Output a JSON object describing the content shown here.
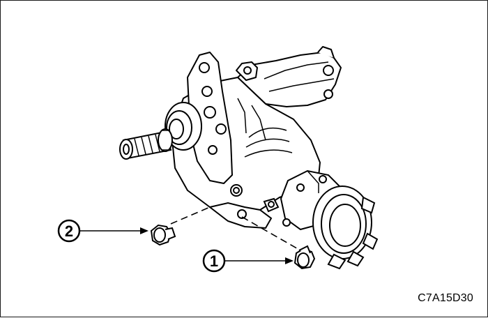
{
  "callouts": {
    "one": "1",
    "two": "2"
  },
  "figure": {
    "code": "C7A15D30"
  },
  "colors": {
    "ink": "#000000",
    "paper": "#ffffff",
    "shade": "#cfcfcf"
  }
}
